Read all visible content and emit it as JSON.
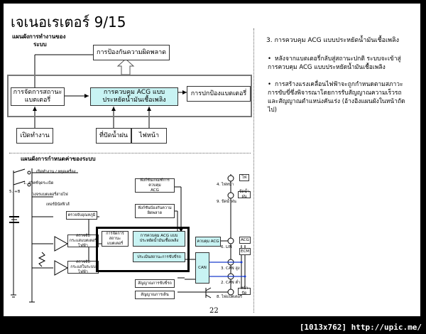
{
  "title": "เจเนอเรเตอร์ 9/15",
  "top_diagram": {
    "heading_line1": "แผนผังการทำงานของ",
    "heading_line2": "ระบบ",
    "protect_box": "การป้องกันความผิดพลาด",
    "battery_mgmt_box": "การจัดการสถานะ\nแบตเตอรี่",
    "acg_control_box": "การควบคุม ACG แบบ\nประหยัดน้ำมันเชื้อเพลิง",
    "battery_protect_box": "การปกป้องแบตเตอรี่",
    "start_box": "เปิดทำงาน",
    "wiper_box": "ที่ปัดน้ำฝน",
    "headlight_box": "ไฟหน้า"
  },
  "bottom_diagram": {
    "heading": "แผนผังการกำหนดค่าของระบบ",
    "labels": {
      "run_stop": "เปิดทำงาน / หยุดเครื่อง",
      "ignition": "1. สวิตช์จุดระเบิด",
      "terminal_b": "5. +B",
      "battery_feed": "วงจรแบตเตอรี่สายไฟ",
      "fuse": "เทอร์มินัลฟิวส์",
      "battery_temp_sensor": "ตรวจจับอุณหภูมิ",
      "current_sensor_1": "ตรวจจับ\nกระแสแบตเตอรี่ไฟฟ้า",
      "current_sensor_2": "ตรวจจับ\nกระแสในระบบไฟฟ้า",
      "load_request": "ฟังก์ชันเกณฑ์การควบคุม\nACG",
      "fault_detect": "ฟังก์ชันป้องกันความ\nผิดพลาด",
      "state_mgmt": "การจัดการ\nสถานะแบตเตอรี่",
      "acg_fuel_control": "การควบคุม ACG แบบ\nประหยัดน้ำมันเชื้อเพลิง",
      "acg_control": "ควบคุม ACG",
      "eval_batt": "ประเมินสถานะการขับขี่รถ",
      "can": "CAN",
      "drive_signal": "สัญญาณการขับขี่รถ",
      "idle_signal": "สัญญาณการเดิน",
      "lamp": "ไฟ",
      "lamp_switch": "4. ไฟหน้า",
      "wiper": "ปัดน้ำฝน",
      "wiper_switch": "9. ปัดน้ำฝน",
      "lin": "6. LIN",
      "acg": "ACG",
      "ecm": "ECM",
      "can_high": "3. CAN สูง",
      "can_low": "2. CAN ต่ำ",
      "gnd": "8. ไฟแบตเตอรี่",
      "indicator": "หน้าปัด"
    }
  },
  "right_panel": {
    "heading": "3. การควบคุม ACG แบบประหยัดน้ำมันเชื้อเพลิง",
    "bullets": [
      "หลังจากแบตเตอรี่กลับสู่สถานะปกติ ระบบจะเข้าสู่การควบคุม ACG แบบประหยัดน้ำมันเชื้อเพลิง",
      "การสร้างแรงเคลื่อนไฟฟ้าจะถูกกำหนดตามสภาวะการขับขี่ซึ่งพิจารณาโดยการรับสัญญาณความเร็วรถและสัญญาณตำแหน่งคันเร่ง (อ้างอิงแผนผังในหน้าถัดไป)"
    ]
  },
  "page_number": "22",
  "watermark": "[1013x762] http://upic.me/",
  "colors": {
    "highlight": "#c8f3f3",
    "background": "#000000",
    "slide": "#ffffff"
  }
}
